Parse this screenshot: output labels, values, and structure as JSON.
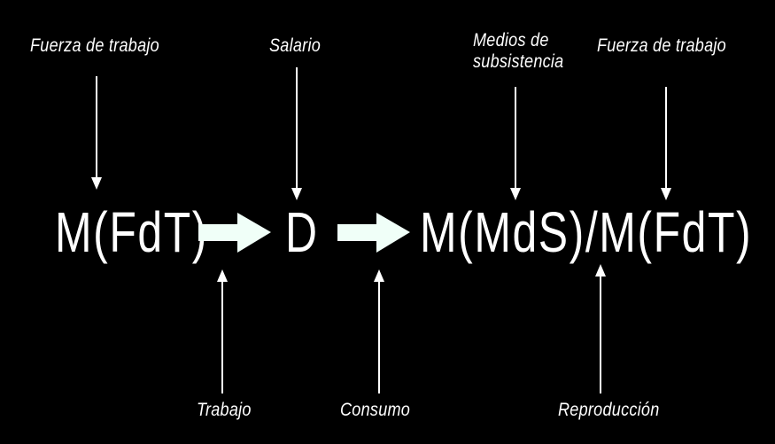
{
  "colors": {
    "background": "#000000",
    "text": "#ffffff",
    "arrow": "#f0fff8"
  },
  "diagram": {
    "terms": {
      "term1": "M(FdT)",
      "term2": "D",
      "term3": "M(MdS)/M(FdT)"
    },
    "top_labels": {
      "fuerza1": "Fuerza de trabajo",
      "salario": "Salario",
      "medios_line1": "Medios de",
      "medios_line2": "subsistencia",
      "fuerza2": "Fuerza de trabajo"
    },
    "bottom_labels": {
      "trabajo": "Trabajo",
      "consumo": "Consumo",
      "reproduccion": "Reproducción"
    }
  }
}
